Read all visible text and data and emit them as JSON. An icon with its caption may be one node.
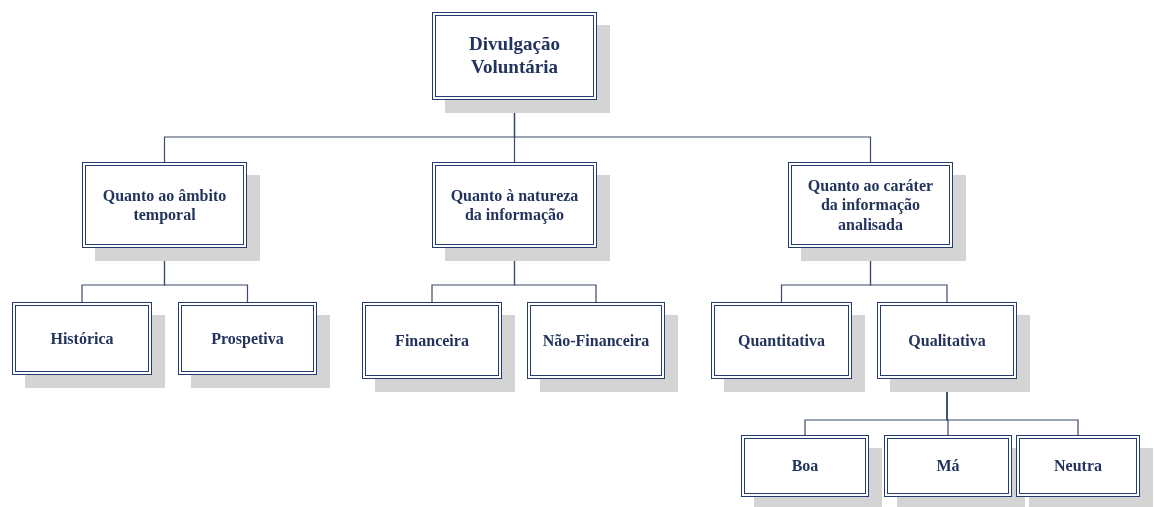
{
  "diagram": {
    "nodes": [
      {
        "text": [
          "Divulgação Voluntária"
        ]
      },
      {
        "text": [
          "Quanto ao âmbito temporal"
        ]
      },
      {
        "text": [
          "Quanto à natureza da informação"
        ]
      },
      {
        "text": [
          "Quanto ao caráter da informação analisada"
        ]
      },
      {
        "text": [
          "Histórica"
        ]
      },
      {
        "text": [
          "Prospetiva"
        ]
      },
      {
        "text": [
          "Financeira"
        ]
      },
      {
        "text": [
          "Não-Financeira"
        ]
      },
      {
        "text": [
          "Quantitativa"
        ]
      },
      {
        "text": [
          "Qualitativa"
        ]
      },
      {
        "text": [
          "Boa"
        ]
      },
      {
        "text": [
          "Má"
        ]
      },
      {
        "text": [
          "Neutra"
        ]
      }
    ],
    "edges": [
      {
        "from": 0,
        "to": 1,
        "arrow": "none"
      },
      {
        "from": 0,
        "to": 2,
        "arrow": "none"
      },
      {
        "from": 0,
        "to": 3,
        "arrow": "none"
      },
      {
        "from": 1,
        "to": 4,
        "arrow": "none"
      },
      {
        "from": 1,
        "to": 5,
        "arrow": "none"
      },
      {
        "from": 2,
        "to": 6,
        "arrow": "none"
      },
      {
        "from": 2,
        "to": 7,
        "arrow": "none"
      },
      {
        "from": 3,
        "to": 8,
        "arrow": "none"
      },
      {
        "from": 3,
        "to": 9,
        "arrow": "none"
      },
      {
        "from": 9,
        "to": 10,
        "arrow": "none"
      },
      {
        "from": 9,
        "to": 11,
        "arrow": "none"
      },
      {
        "from": 9,
        "to": 12,
        "arrow": "none"
      }
    ]
  }
}
